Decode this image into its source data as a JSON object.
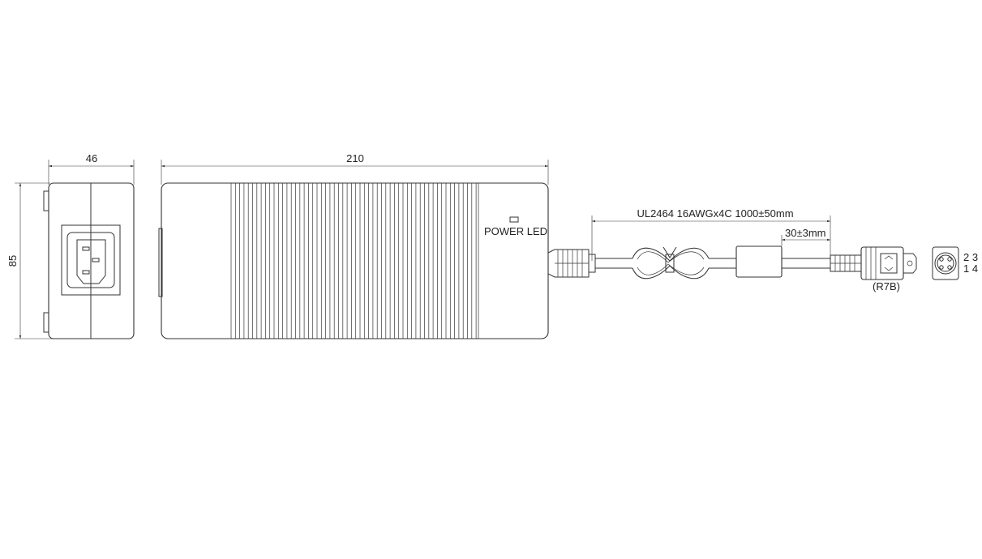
{
  "dimensions": {
    "side_width": "46",
    "side_height": "85",
    "body_length": "210",
    "cable_spec": "UL2464 16AWGx4C 1000±50mm",
    "ferrite_offset": "30±3mm"
  },
  "labels": {
    "power_led": "POWER LED",
    "connector_code": "(R7B)",
    "pin_row_top": "2 3",
    "pin_row_bottom": "1 4"
  },
  "colors": {
    "line": "#333333",
    "background": "#ffffff"
  }
}
